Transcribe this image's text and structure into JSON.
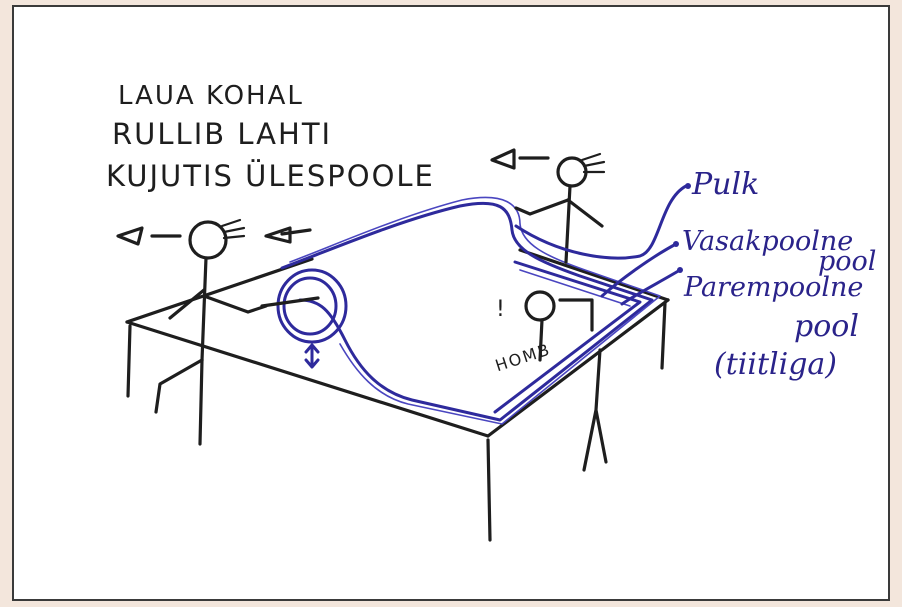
{
  "title_lines": [
    "LAUA KOHAL",
    "RULLIB LAHTI",
    "KUJUTIS ÜLESPOOLE"
  ],
  "labels": {
    "pulk": "Pulk",
    "vasakpoolne": "Vasakpoolne",
    "vasak_pool": "pool",
    "parempoolne": "Parempoolne",
    "parem_pool": "pool",
    "tiitliga": "(tiitliga)",
    "homb": "HOMB",
    "exclaim": "!"
  },
  "colors": {
    "page_bg": "#f3e6dc",
    "paper": "#ffffff",
    "black_ink": "#1e1e1e",
    "blue_ink": "#2e2a9c"
  }
}
